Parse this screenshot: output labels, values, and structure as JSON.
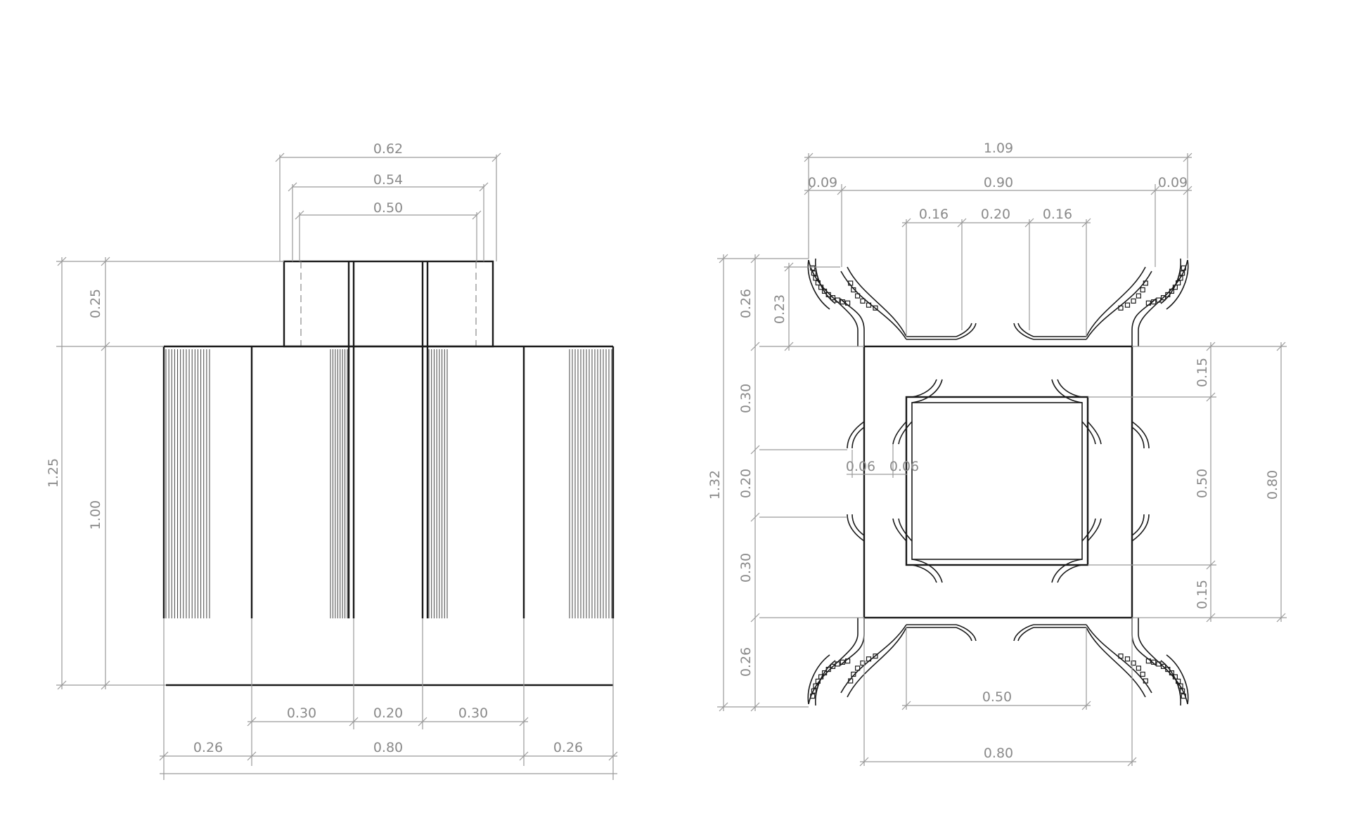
{
  "front_view": {
    "dimensions": {
      "top_overall": "0.62",
      "top_middle": "0.54",
      "top_inner": "0.50",
      "left_upper": "0.25",
      "left_overall": "1.25",
      "left_body": "1.00",
      "bottom_a": "0.30",
      "bottom_b": "0.20",
      "bottom_c": "0.30",
      "bottom_left": "0.26",
      "bottom_middle": "0.80",
      "bottom_right": "0.26"
    }
  },
  "plan_view": {
    "dimensions": {
      "top_overall": "1.09",
      "top_left": "0.09",
      "top_middle": "0.90",
      "top_right": "0.09",
      "top_sub_left": "0.16",
      "top_sub_mid": "0.20",
      "top_sub_right": "0.16",
      "left_overall": "1.32",
      "left_a": "0.26",
      "left_a_inner": "0.23",
      "left_b": "0.30",
      "left_c": "0.20",
      "left_d": "0.30",
      "left_e": "0.26",
      "inner_gap_left": "0.06",
      "inner_gap_right": "0.06",
      "right_upper": "0.15",
      "right_middle": "0.50",
      "right_lower": "0.15",
      "right_overall": "0.80",
      "bottom_inner": "0.50",
      "bottom_outer": "0.80"
    }
  }
}
